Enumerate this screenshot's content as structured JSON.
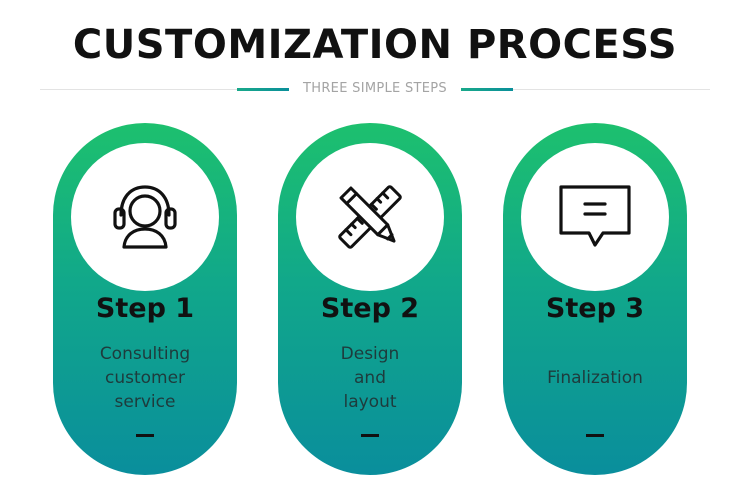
{
  "header": {
    "title": "CUSTOMIZATION PROCESS",
    "subtitle": "THREE SIMPLE STEPS"
  },
  "colors": {
    "gradient_top": "#1dc06e",
    "gradient_bottom": "#0a8e9c"
  },
  "steps": [
    {
      "title": "Step 1",
      "description": "Consulting customer service",
      "icon": "headset-icon"
    },
    {
      "title": "Step 2",
      "description": "Design and layout",
      "icon": "pencil-ruler-icon"
    },
    {
      "title": "Step 3",
      "description": "Finalization",
      "icon": "message-icon"
    }
  ]
}
